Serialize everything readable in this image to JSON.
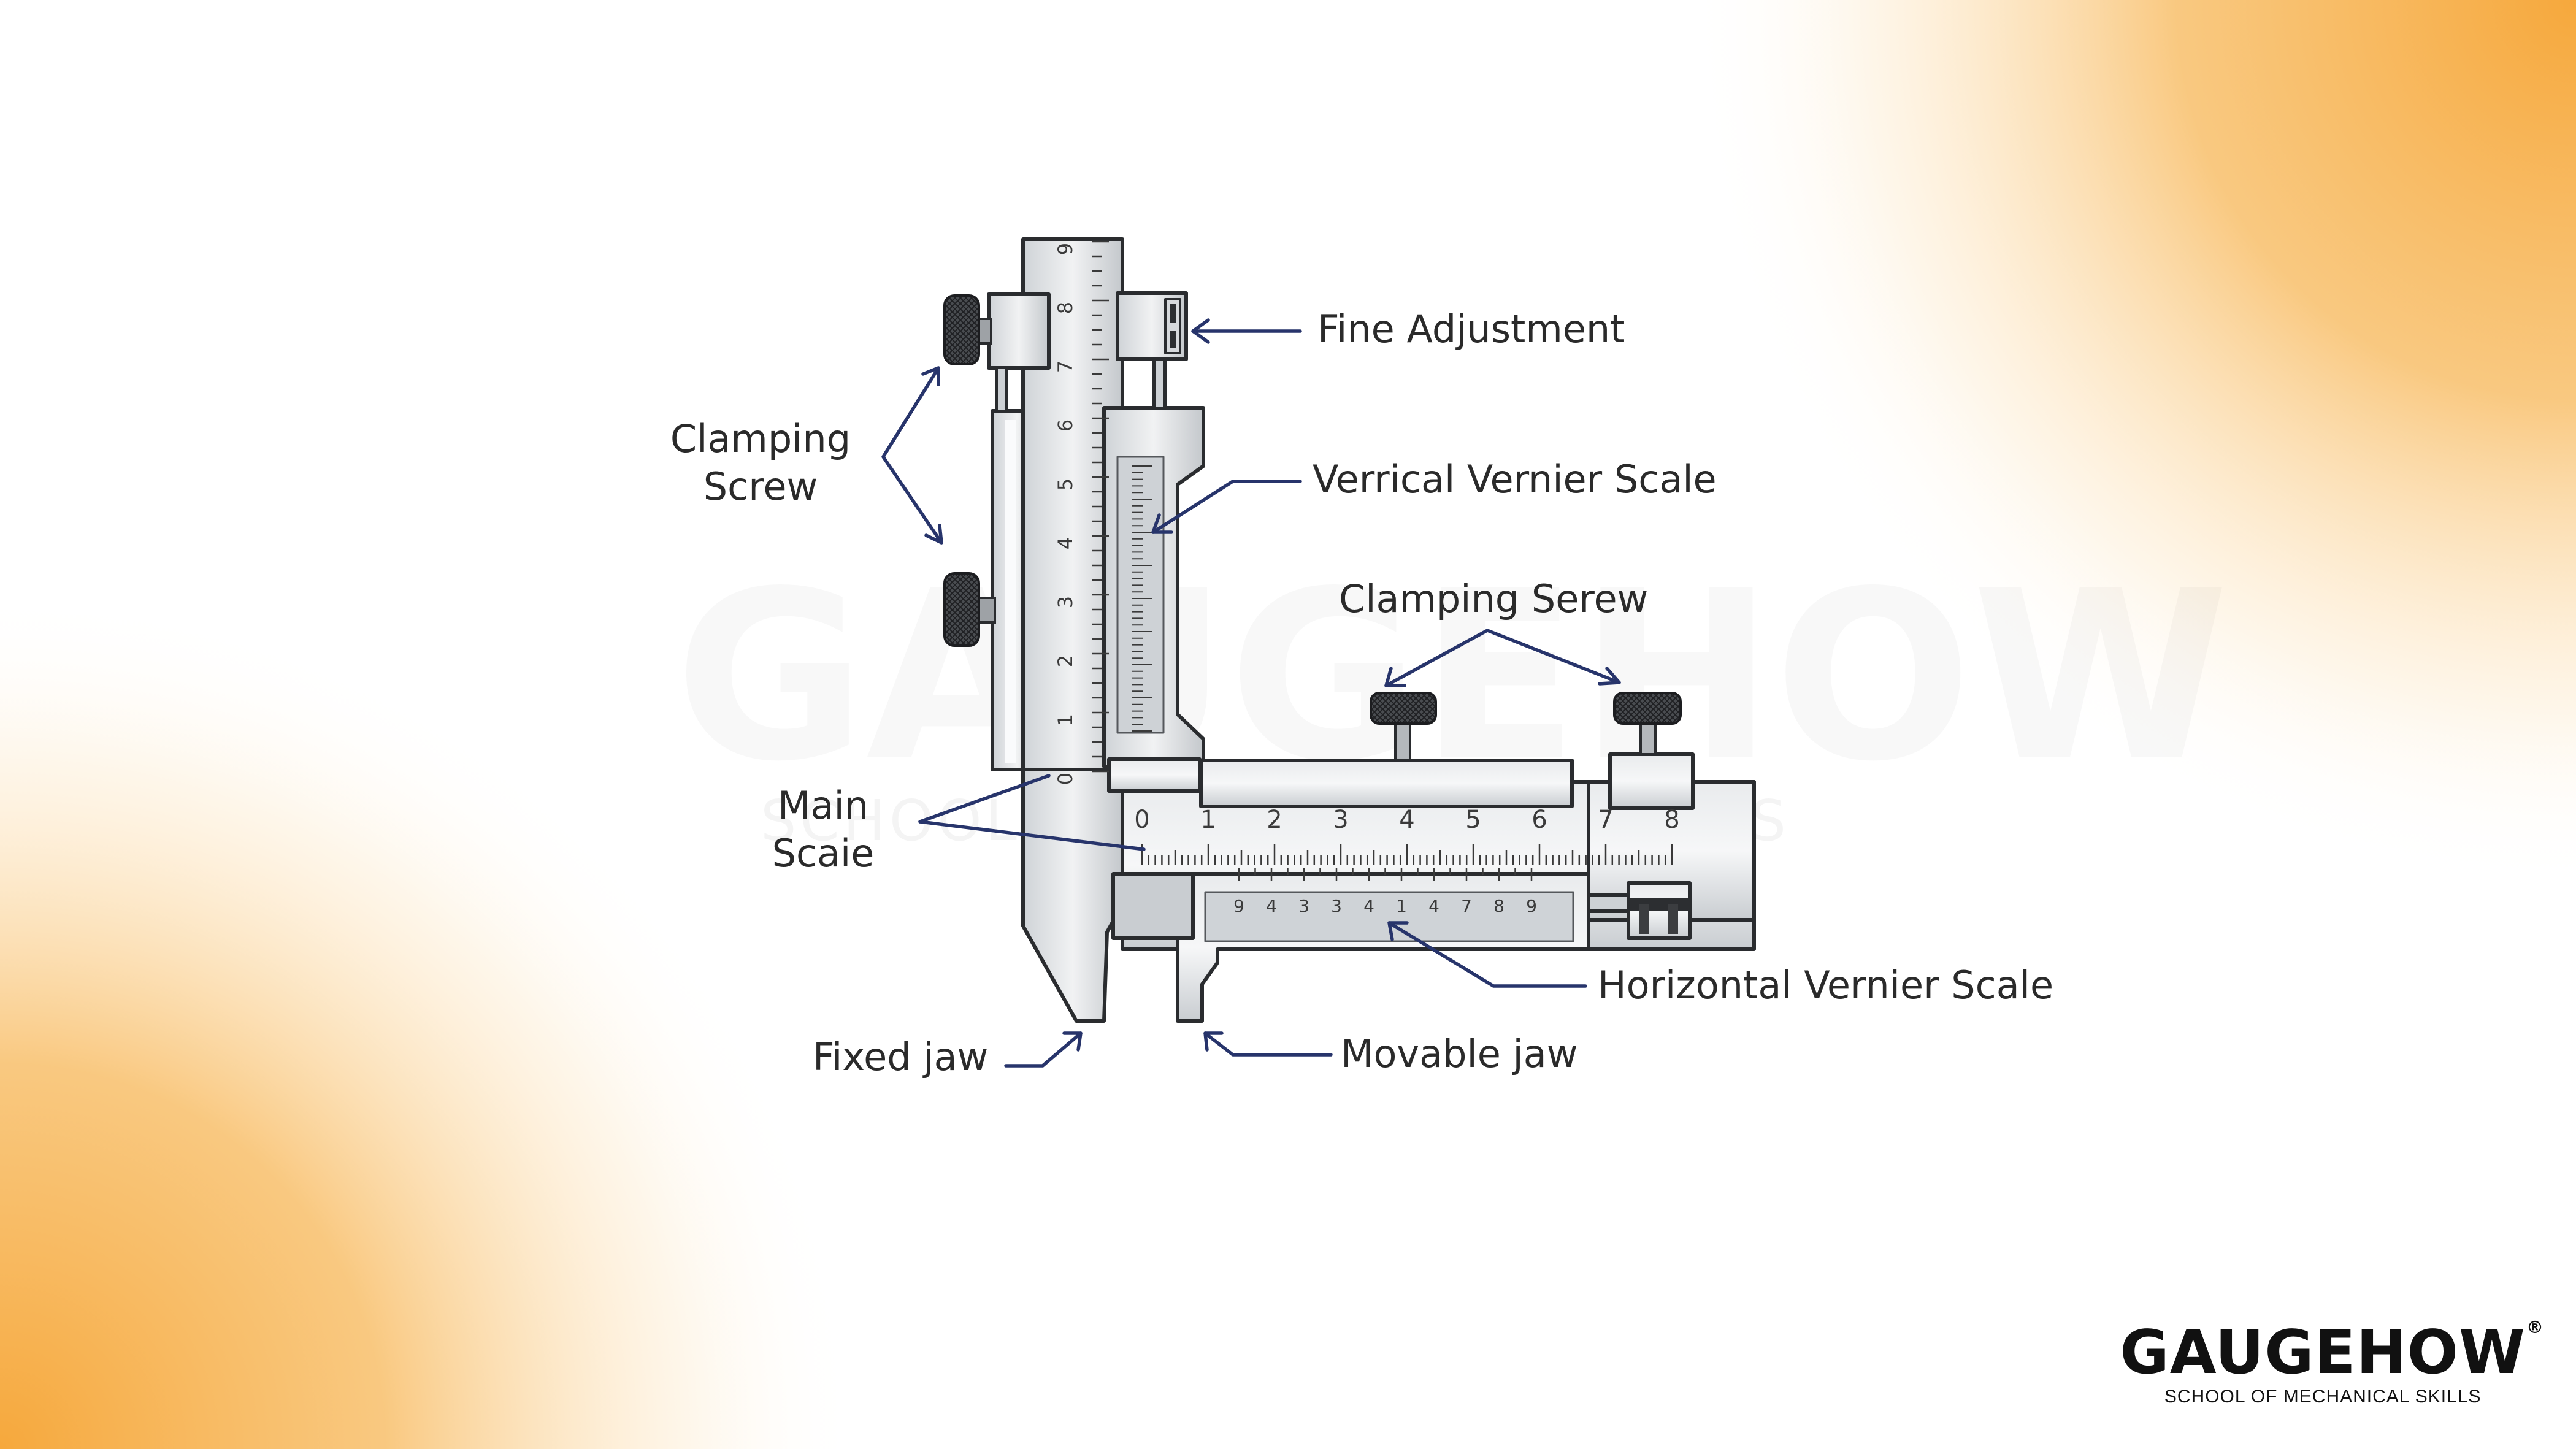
{
  "colors": {
    "accent_orange": "#f6a83c",
    "arrow_navy": "#27346b",
    "steel_light": "#e6e8ea",
    "steel_mid": "#c5c9cd",
    "steel_dark": "#2c2e31"
  },
  "watermark": {
    "brand": "GAUGEHOW",
    "tagline": "SCHOOL OF MECHANICAL SKILLS"
  },
  "logo": {
    "brand": "GAUGEHOW",
    "registered": "®",
    "tagline": "SCHOOL OF MECHANICAL SKILLS"
  },
  "labels": {
    "fine_adjustment": "Fine Adjustment",
    "vertical_vernier": "Verrical Vernier Scale",
    "clamping_screw_left_1": "Clamping",
    "clamping_screw_left_2": "Screw",
    "clamping_screw_right": "Clamping Serew",
    "main_scale_1": "Main",
    "main_scale_2": "Scaie",
    "horizontal_vernier": "Horizontal Vernier Scale",
    "fixed_jaw": "Fixed jaw",
    "movable_jaw": "Movable jaw"
  },
  "scales": {
    "horizontal_main": [
      "0",
      "1",
      "2",
      "3",
      "4",
      "5",
      "6",
      "7",
      "8"
    ],
    "horizontal_vernier": [
      "9",
      "4",
      "3",
      "3",
      "4",
      "1",
      "4",
      "7",
      "8",
      "9"
    ],
    "vertical_main": [
      "0",
      "1",
      "2",
      "3",
      "4",
      "5",
      "6",
      "7",
      "8",
      "9"
    ]
  },
  "icons": {
    "clamp_knob": "knurled-knob-icon",
    "fine_adjust": "fine-adjustment-screw-icon"
  }
}
